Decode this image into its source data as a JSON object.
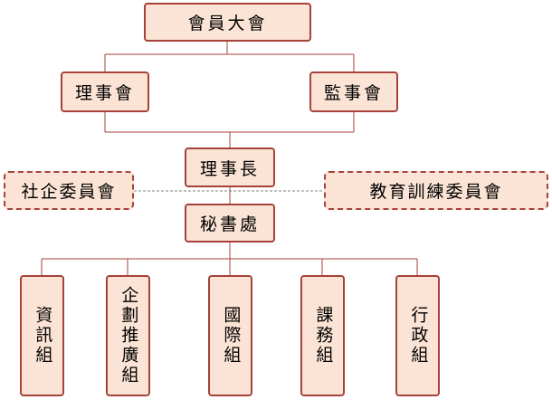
{
  "org": {
    "general_assembly": "會員大會",
    "board_directors": "理事會",
    "board_supervisors": "監事會",
    "chairman": "理事長",
    "committee_enterprise": "社企委員會",
    "committee_education": "教育訓練委員會",
    "secretariat": "秘書處",
    "groups": {
      "info": "資訊組",
      "planning": "企劃推廣組",
      "international": "國際組",
      "courses": "課務組",
      "admin": "行政組"
    }
  },
  "colors": {
    "box_fill": "#fbe4d5",
    "box_border": "#a6423a",
    "line": "#a6423a",
    "dashed_line": "#7f7f7f"
  }
}
